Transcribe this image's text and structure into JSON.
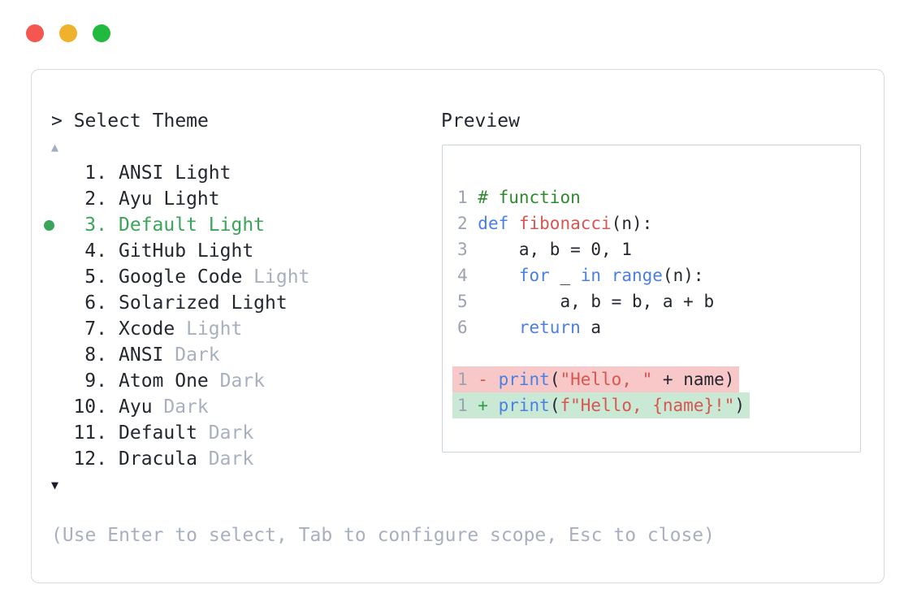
{
  "window": {
    "traffic_lights": [
      {
        "name": "close",
        "color": "#f45750"
      },
      {
        "name": "minimize",
        "color": "#f0b12d"
      },
      {
        "name": "zoom",
        "color": "#21b93e"
      }
    ]
  },
  "prompt": "> Select Theme",
  "list": {
    "scroll_up": "▲",
    "scroll_down": "▼",
    "items": [
      {
        "number": "1.",
        "name": "ANSI Light",
        "muted": "",
        "selected": false
      },
      {
        "number": "2.",
        "name": "Ayu Light",
        "muted": "",
        "selected": false
      },
      {
        "number": "3.",
        "name": "Default Light",
        "muted": "",
        "selected": true
      },
      {
        "number": "4.",
        "name": "GitHub Light",
        "muted": "",
        "selected": false
      },
      {
        "number": "5.",
        "name": "Google Code ",
        "muted": "Light",
        "selected": false
      },
      {
        "number": "6.",
        "name": "Solarized Light",
        "muted": "",
        "selected": false
      },
      {
        "number": "7.",
        "name": "Xcode ",
        "muted": "Light",
        "selected": false
      },
      {
        "number": "8.",
        "name": "ANSI ",
        "muted": "Dark",
        "selected": false
      },
      {
        "number": "9.",
        "name": "Atom One ",
        "muted": "Dark",
        "selected": false
      },
      {
        "number": "10.",
        "name": "Ayu ",
        "muted": "Dark",
        "selected": false
      },
      {
        "number": "11.",
        "name": "Default ",
        "muted": "Dark",
        "selected": false
      },
      {
        "number": "12.",
        "name": "Dracula ",
        "muted": "Dark",
        "selected": false
      }
    ]
  },
  "preview": {
    "label": "Preview",
    "lines": [
      {
        "no": "1",
        "diff": "",
        "tokens": [
          [
            "# function",
            "comment"
          ]
        ]
      },
      {
        "no": "2",
        "diff": "",
        "tokens": [
          [
            "def ",
            "kw"
          ],
          [
            "fibonacci",
            "fn"
          ],
          [
            "(n):",
            "plain"
          ]
        ]
      },
      {
        "no": "3",
        "diff": "",
        "tokens": [
          [
            "    a, b = 0, 1",
            "plain"
          ]
        ]
      },
      {
        "no": "4",
        "diff": "",
        "tokens": [
          [
            "    ",
            "plain"
          ],
          [
            "for",
            "kw"
          ],
          [
            " _ ",
            "plain"
          ],
          [
            "in",
            "kw"
          ],
          [
            " ",
            "plain"
          ],
          [
            "range",
            "kw"
          ],
          [
            "(n):",
            "plain"
          ]
        ]
      },
      {
        "no": "5",
        "diff": "",
        "tokens": [
          [
            "        a, b = b, a + b",
            "plain"
          ]
        ]
      },
      {
        "no": "6",
        "diff": "",
        "tokens": [
          [
            "    ",
            "plain"
          ],
          [
            "return",
            "kw"
          ],
          [
            " a",
            "plain"
          ]
        ]
      },
      {
        "no": "",
        "diff": "",
        "tokens": []
      },
      {
        "no": "1",
        "diff": "removed",
        "tokens": [
          [
            "- ",
            "sign-del"
          ],
          [
            "print",
            "kw"
          ],
          [
            "(",
            "plain"
          ],
          [
            "\"Hello, \"",
            "str"
          ],
          [
            " + name)",
            "plain"
          ]
        ]
      },
      {
        "no": "1",
        "diff": "added",
        "tokens": [
          [
            "+ ",
            "sign-add"
          ],
          [
            "print",
            "kw"
          ],
          [
            "(",
            "plain"
          ],
          [
            "f\"Hello, {name}!\"",
            "str"
          ],
          [
            ")",
            "plain"
          ]
        ]
      }
    ]
  },
  "hint": "(Use Enter to select, Tab to configure scope, Esc to close)",
  "colors": {
    "text": "#23272f",
    "muted": "#a7b0bf",
    "selected_green": "#3aa55a",
    "comment_green": "#2e8b2e",
    "keyword_blue": "#4a80e4",
    "string_red": "#d95550",
    "diff_removed_bg": "#f8c8c8",
    "diff_added_bg": "#c9e9d4",
    "panel_border": "#d5d9e1",
    "preview_border": "#cdd3dc",
    "line_number": "#9ba3b2"
  }
}
